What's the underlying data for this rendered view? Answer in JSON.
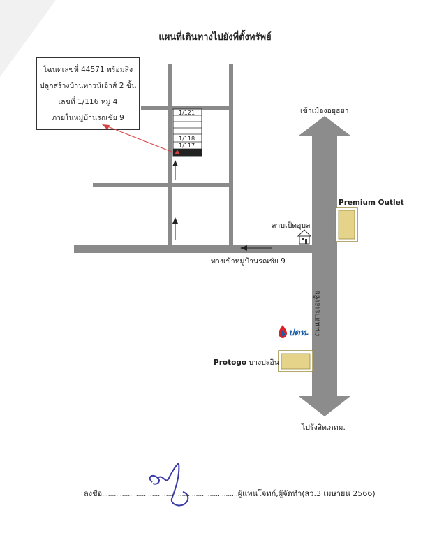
{
  "title": "แผนที่เดินทางไปยังที่ตั้งทรัพย์",
  "info_box": {
    "lines": [
      "โฉนดเลขที่ 44571 พร้อมสิ่ง",
      "ปลูกสร้างบ้านทาวน์เฮ้าส์ 2 ชั้น",
      "เลขที่ 1/116 หมู่ 4",
      "ภายในหมู่บ้านรณชัย 9"
    ]
  },
  "units": [
    "1/121",
    "1/118",
    "1/117"
  ],
  "labels": {
    "to_ayutthaya": "เข้าเมืองอยุธยา",
    "premium_outlet": "Premium Outlet",
    "lab_shop": "ลาบเป็ดอุบล",
    "village_entrance": "ทางเข้าหมู่บ้านรณชัย 9",
    "road_name": "ถนนสายเอเชีย",
    "ptt_logo": "ปตท.",
    "protogo_brand": "Protogo",
    "protogo_place": "บางปะอิน",
    "to_rangsit": "ไปรังสิต,กทม."
  },
  "signature": {
    "prefix": "ลงชื่อ",
    "dots": "....................................................................",
    "suffix": "ผู้แทนโจทก์,ผู้จัดทำ(สว.3 เมษายน 2566)"
  },
  "colors": {
    "road": "#8a8a8a",
    "highway": "#8c8c8c",
    "building_fill": "#e6d38a",
    "building_border": "#9a8a40",
    "pointer": "#d44040",
    "ptt_red": "#d8232a",
    "ptt_blue": "#1a5fa8",
    "signature_ink": "#3a3aa8"
  }
}
